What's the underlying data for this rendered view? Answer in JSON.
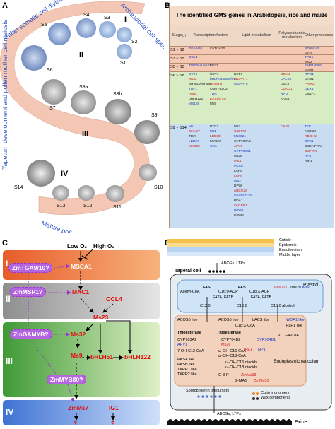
{
  "panels": {
    "a": "A",
    "b": "B",
    "c": "C",
    "d": "D"
  },
  "panel_a": {
    "arc_labels": {
      "somatic": "Anther somatic cell division",
      "archesporial": "Archesporial cell specification",
      "tapetum": "Tapetum development and pollen mother cell meiosis",
      "mature": "Mature pollen formation and anther dehiscence"
    },
    "romans": [
      "I",
      "II",
      "III",
      "IV"
    ],
    "stages": [
      "S1",
      "S2",
      "S3",
      "S4",
      "S5",
      "S6",
      "S7",
      "S8a",
      "S8b",
      "S9",
      "S10",
      "S11",
      "S12",
      "S13",
      "S14"
    ]
  },
  "panel_b": {
    "title": "The identified GMS genes in Arabidopsis, rice and maize",
    "stage_header": "Stage",
    "stage_footnote": "[1]",
    "columns": [
      "Transcription factors",
      "Lipid metabolism",
      "Polysaccharide metabolism",
      "Other processes"
    ],
    "rows": [
      {
        "stage": "S1 ~ S2",
        "cols": [
          [
            "TGA9/10",
            "OsTGA10"
          ],
          [],
          [],
          [
            "ROXY1/2",
            "MIL2",
            "MSCA1"
          ]
        ]
      },
      {
        "stage": "S3 ~ S5",
        "cols": [
          [
            "OCL4"
          ],
          [],
          [],
          [
            "TPD1",
            "MIL2",
            "Ms23"
          ]
        ]
      },
      {
        "stage": "S5 ~ S5",
        "cols": [
          [
            "TIP2/bHLH142",
            "Ms23"
          ],
          [],
          [],
          [
            "EMS1/EXS",
            "MSP1"
          ]
        ]
      },
      {
        "stage": "S6 ~ S8",
        "cols": [
          [
            "DYT1",
            "UDT1",
            "Ms32",
            "bHLH010/089/091",
            "MYB33/MYB65",
            "GAMYB",
            "TDF1",
            "OsMYB103",
            "AMS",
            "TDR",
            "bHLH122",
            "EAT1/DTD",
            "MS188",
            "Ms9"
          ],
          [
            "NEF1",
            "AtGPAT1",
            "AtGPAT6"
          ],
          [
            "CDM1",
            "CALS5",
            "GSL5",
            "CDKG1",
            "NPU",
            "KNS4"
          ],
          [
            "RPG1",
            "DTM1",
            "PAIR2",
            "DEX1",
            "OsNP1"
          ]
        ]
      },
      {
        "stage": "S9 ~ S14",
        "cols": [
          [
            "Mx1",
            "PTC1",
            "ZmMs7",
            "Ms1",
            "TDR",
            "LBD10",
            "LBD27",
            "MYB26",
            "MYB80",
            "CSA"
          ],
          [
            "Ms2",
            "OsDPW",
            "Ms6021",
            "CYP703A2",
            "APV1",
            "CYP704B1",
            "Ms26",
            "IPE1",
            "PKSA",
            "LAP5",
            "LAP6",
            "MS2",
            "DPW",
            "ABCG26",
            "OsABCG15",
            "PDA1",
            "OsCER1",
            "WDA1",
            "DPW2"
          ],
          [
            "CAP1"
          ],
          [
            "TEK",
            "AtSK32",
            "RBOHE",
            "DTC1",
            "OsRAPTIN",
            "OsPTP2",
            "AP3",
            "RIP1"
          ]
        ]
      }
    ]
  },
  "panel_c": {
    "romans": [
      "I",
      "II",
      "III",
      "IV"
    ],
    "o2": {
      "low": "Low O₂",
      "high": "High O₂"
    },
    "nodes": {
      "tga": "ZmTGA9/10?",
      "msca1": "MSCA1",
      "msp1": "ZmMSP1?",
      "mac1": "MAC1",
      "ocl4": "OCL4",
      "ms23": "Ms23",
      "gamyb": "ZmGAMYB?",
      "ms32": "Ms32",
      "ms9": "Ms9",
      "bhlh51": "bHLH51",
      "bhlh122": "bHLH122",
      "myb80": "ZmMYB80?",
      "ms7": "ZmMs7",
      "ig1": "IG1",
      "q": "?"
    }
  },
  "panel_d": {
    "layers": [
      "Cuticle",
      "Epidermis",
      "Endothecium",
      "Middle layer"
    ],
    "abcg_top": "ABCGs, LTPs",
    "tapetal": "Tapetal cell",
    "plastid": "Plastid",
    "er": "Endoplasmic reticulum",
    "pathway": {
      "acetyl": "Acetyl-CoA",
      "acp": "C16:0-ACP",
      "c18acp": "C18:X-ACP",
      "fas": "FAS",
      "fata": "FATA, FATB",
      "c120": "C12:0",
      "c160": "C16:0",
      "alcohol": "C16:0 alcohol",
      "c18x": "C18:X-CoA",
      "ms6021": "Ms6021",
      "ms2": "/Ms2/",
      "dpw": "DPW",
      "acos_a": "ACOS5 like",
      "acos_b": "ACOS5 like",
      "lacs": "LACS like",
      "wda1": "WDA1 like",
      "flp1": "FLP1 like",
      "thio_a": "Thioesterase",
      "thio_b": "Thioesterase",
      "cyp_a": "CYP703A2",
      "apv1": "APV1",
      "cyp_b": "CYP704B2",
      "ms26": "Ms26",
      "cyp_c": "CYP704B1",
      "ipe1": "IPE1",
      "np1": "NP1",
      "ms33": "ZmMs33",
      "ms30": "ZmMs30",
      "pksa": "PKSA like",
      "pksb": "PKSB like",
      "tkpr1": "TKPR1 like",
      "tkpr2": "TKPR2 like",
      "g3p": "G-3-P",
      "mag": "2-MAG",
      "vlcfa": "VLCFA-CoA",
      "oh_a": "7-OH-C12-CoA",
      "oh_b": "ω-OH-C16-CoA",
      "oh_c": "ω-OH-C18-CoA",
      "diacid": "ω-OH-C16 diacids",
      "diacid2": "ω-OH-C18 diacids",
      "sporo": "Sporopollenin precursors",
      "cutin": "Cutin monomers",
      "wax": "Wax components",
      "abcg_bottom": "ABCGs, LTPs",
      "exine": "Exine"
    }
  }
}
